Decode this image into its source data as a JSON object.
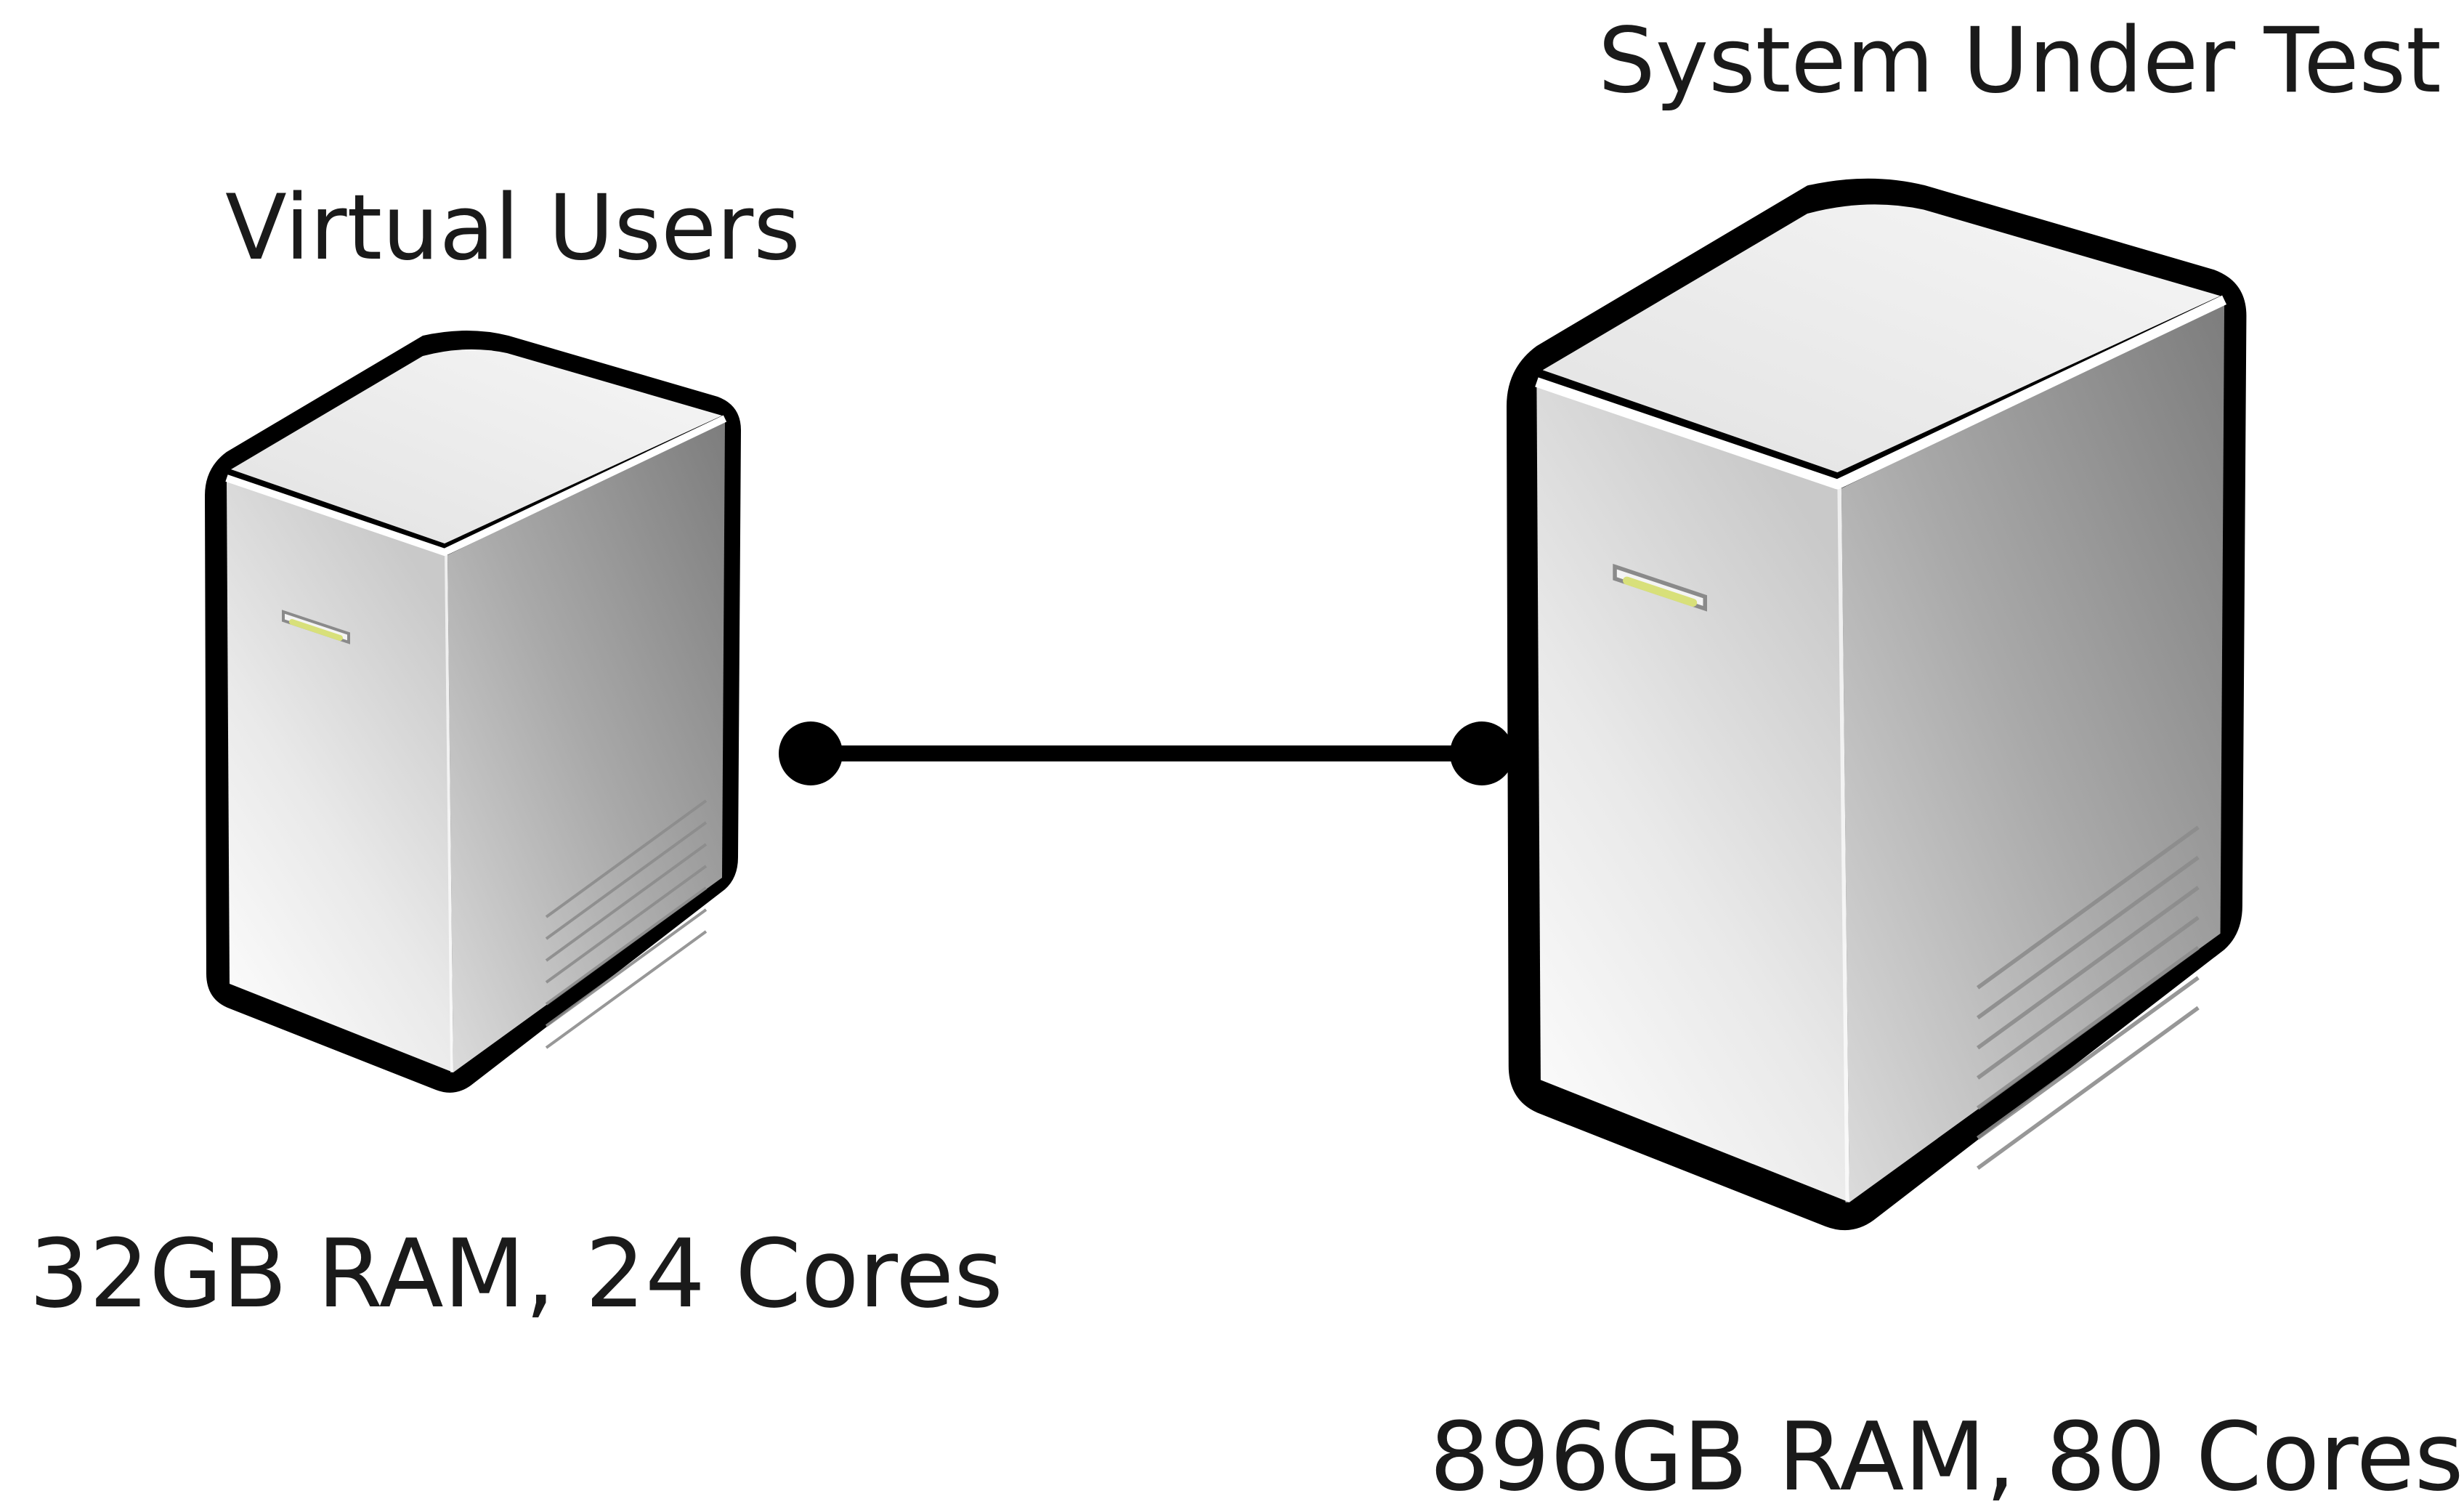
{
  "nodes": {
    "virtual_users": {
      "title": "Virtual Users",
      "spec": "32GB RAM, 24 Cores"
    },
    "system_under_test": {
      "title": "System Under Test",
      "spec": "896GB RAM, 80 Cores"
    }
  },
  "connection": {
    "from": "Virtual Users",
    "to": "System Under Test"
  },
  "colors": {
    "outline": "#000000",
    "led": "#d8e07a",
    "text": "#1a1a1a"
  },
  "icons": [
    "server-tower-icon",
    "server-tower-icon"
  ]
}
